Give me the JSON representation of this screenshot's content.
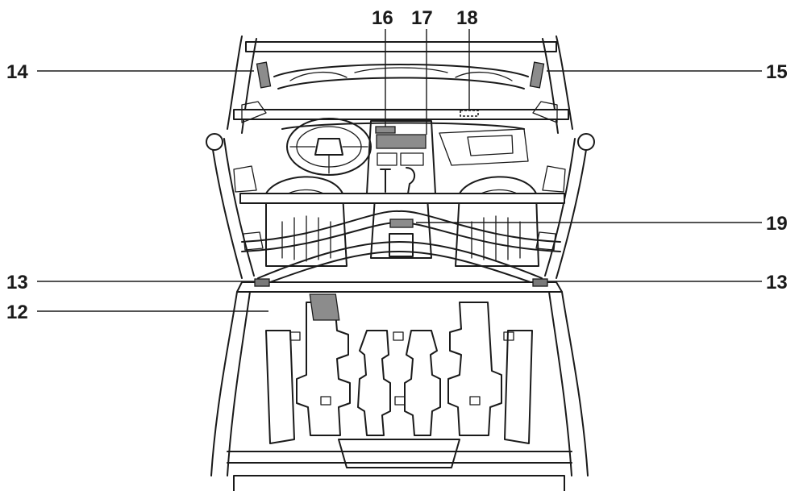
{
  "callouts": {
    "c12": "12",
    "c13_left": "13",
    "c13_right": "13",
    "c14": "14",
    "c15": "15",
    "c16": "16",
    "c17": "17",
    "c18": "18",
    "c19": "19"
  },
  "colors": {
    "line": "#1a1a1a",
    "label_fill": "#8c8c8c",
    "background": "#ffffff"
  }
}
